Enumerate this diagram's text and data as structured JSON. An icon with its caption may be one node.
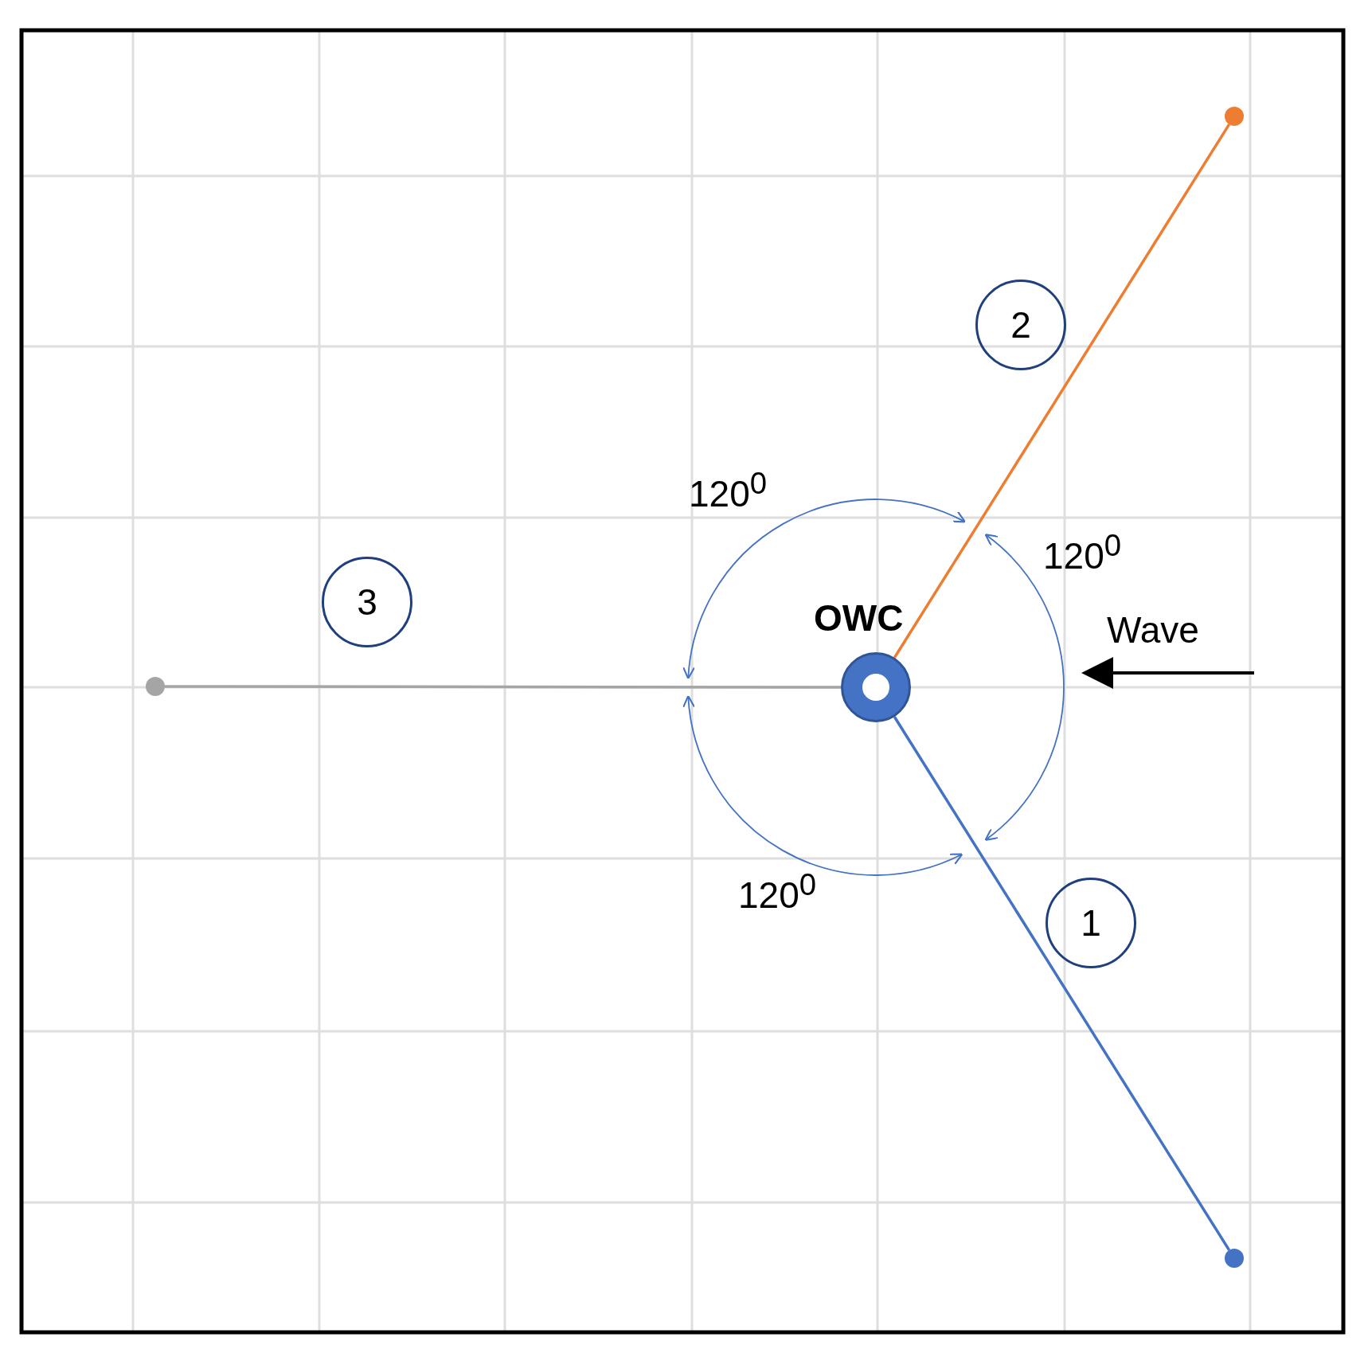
{
  "diagram": {
    "nodes": [
      {
        "text": [],
        "shape": "circle"
      },
      {
        "text": [
          "2"
        ]
      },
      {
        "text": [
          "3"
        ]
      },
      {
        "text": [
          "OWC"
        ]
      },
      {
        "text": [],
        "shape": "circle"
      },
      {
        "text": [
          "1"
        ]
      },
      {
        "text": [],
        "shape": "circle"
      }
    ],
    "edges": [
      {
        "from": 3,
        "to": 0,
        "arrow": "none",
        "color": "#ed7d31"
      },
      {
        "from": 3,
        "to": 4,
        "arrow": "none",
        "color": "#a5a5a5"
      },
      {
        "from": 3,
        "to": 6,
        "arrow": "none",
        "color": "#4472c4"
      }
    ],
    "labels": [
      "120$^{0}$",
      "120$^{0}$",
      "Wave",
      "120$^{0}$"
    ]
  }
}
